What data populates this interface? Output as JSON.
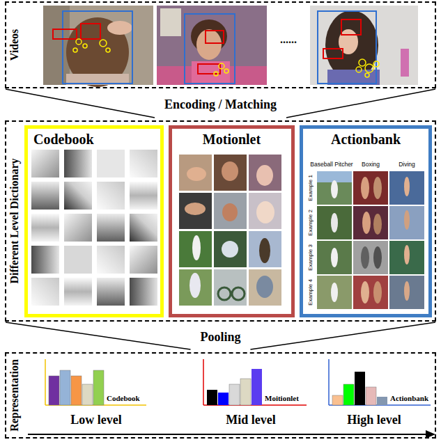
{
  "diagram": {
    "nodes": [
      {
        "text": [
          "Videos"
        ]
      },
      {
        "text": [
          "Encoding / Matching"
        ]
      },
      {
        "text": [
          "Different Level Dictionary"
        ]
      },
      {
        "text": [
          "Codebook"
        ],
        "in": 2
      },
      {
        "text": [
          "Motionlet"
        ],
        "in": 2
      },
      {
        "text": [
          "Actionbank"
        ],
        "in": 2
      },
      {
        "text": [
          "Pooling"
        ]
      },
      {
        "text": [
          "Representation"
        ]
      }
    ],
    "labels": [
      "......",
      "Baseball Pitcher",
      "Boxing",
      "Diving",
      "Example 1",
      "Example 2",
      "Example 3",
      "Example 4",
      "Codebook",
      "Moitionlet",
      "Actionbank",
      "Low level",
      "Mid level",
      "High level"
    ]
  }
}
